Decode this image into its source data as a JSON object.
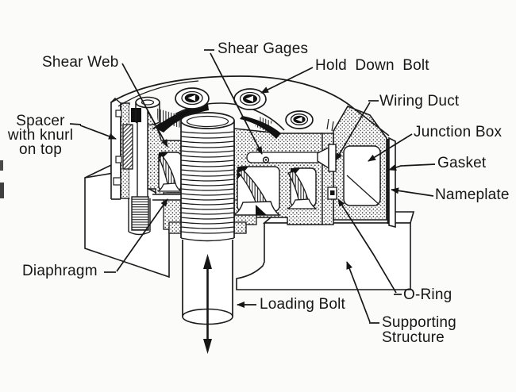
{
  "figure": {
    "type": "technical-cutaway-diagram",
    "subject": "Shear-web load cell cross section mounted on supporting structure",
    "background_color": "#fbfbfa",
    "ink_color": "#1a1a1a"
  },
  "labels": {
    "shear_web": "Shear Web",
    "shear_gages": "Shear Gages",
    "hold_down_bolt": "Hold Down Bolt",
    "wiring_duct": "Wiring Duct",
    "junction_box": "Junction Box",
    "gasket": "Gasket",
    "nameplate": "Nameplate",
    "spacer_line1": "Spacer",
    "spacer_line2": "with knurl",
    "spacer_line3": "on top",
    "diaphragm": "Diaphragm",
    "loading_bolt": "Loading Bolt",
    "o_ring": "O-Ring",
    "supporting_line1": "Supporting",
    "supporting_line2": "Structure"
  }
}
